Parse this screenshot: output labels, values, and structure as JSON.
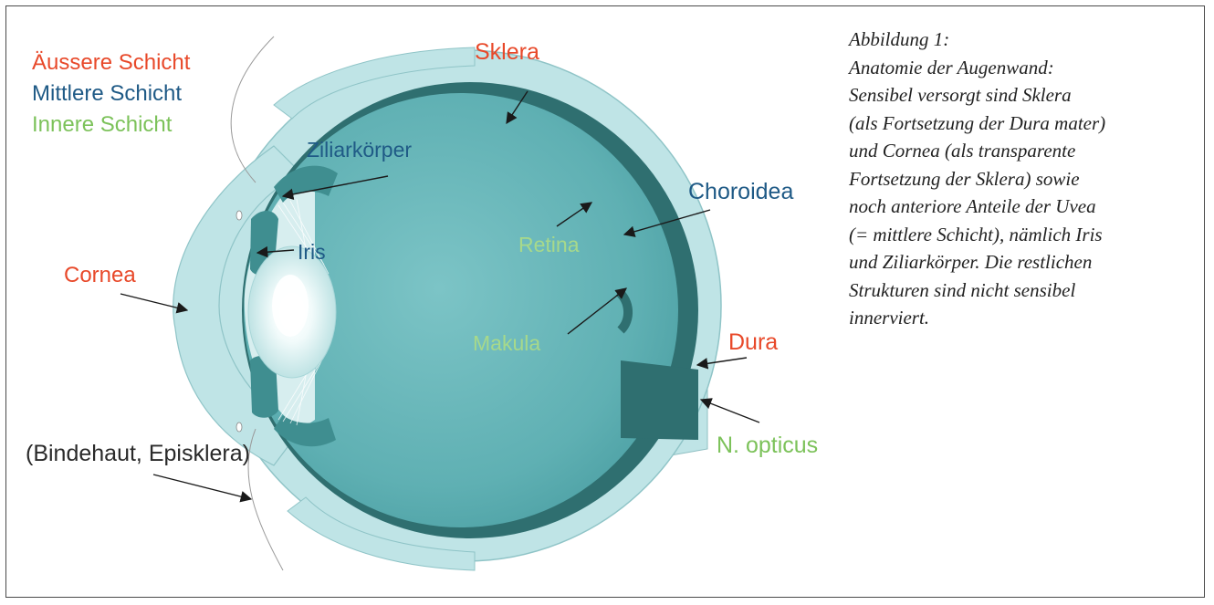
{
  "figure": {
    "legend": {
      "outer": "Äussere Schicht",
      "middle": "Mittlere Schicht",
      "inner": "Innere Schicht"
    },
    "labels": {
      "sklera": "Sklera",
      "ziliarkoerper": "Ziliarkörper",
      "iris": "Iris",
      "cornea": "Cornea",
      "choroidea": "Choroidea",
      "retina": "Retina",
      "makula": "Makula",
      "dura": "Dura",
      "n_opticus": "N. opticus",
      "bindehaut": "(Bindehaut, Episklera)"
    },
    "caption_lines": [
      "Abbildung 1:",
      "Anatomie der Augenwand:",
      "Sensibel versorgt sind Sklera",
      "(als Fortsetzung der Dura mater)",
      "und Cornea (als transparente",
      "Fortsetzung der Sklera) sowie",
      "noch anteriore Anteile der Uvea",
      "(= mittlere Schicht), nämlich Iris",
      "und Ziliarkörper. Die restlichen",
      "Strukturen sind nicht sensibel",
      "innerviert."
    ],
    "colors": {
      "outer": "#e8492a",
      "middle": "#1f5a86",
      "inner": "#7cc25a",
      "neutral": "#2a2a2a",
      "sclera_fill": "#bfe4e6",
      "interior_fill": "#5fb3b6",
      "choroid_fill": "#2f6f70"
    }
  }
}
